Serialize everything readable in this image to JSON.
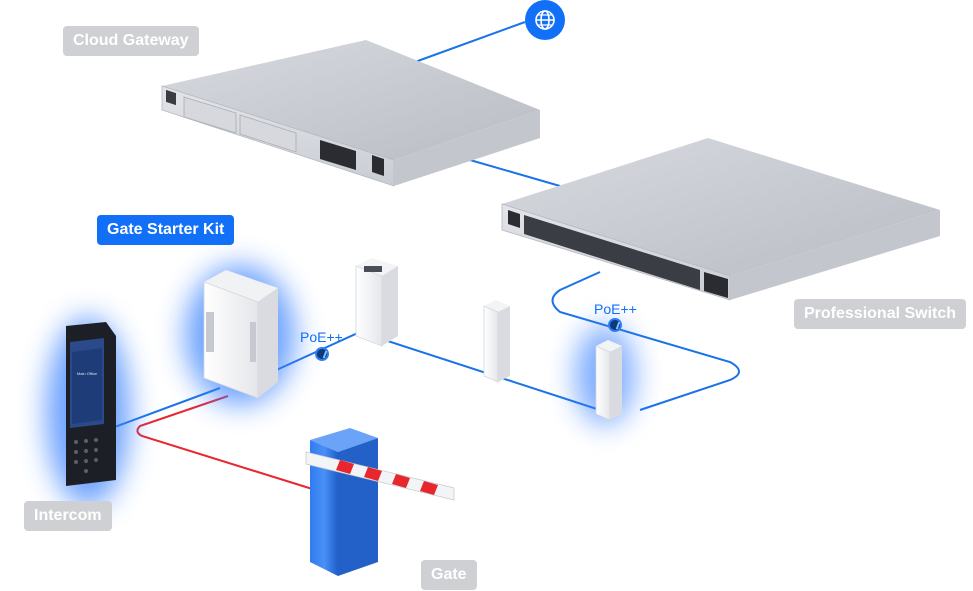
{
  "labels": {
    "cloud_gateway": "Cloud Gateway",
    "gate_starter_kit": "Gate Starter Kit",
    "professional_switch": "Professional Switch",
    "intercom": "Intercom",
    "gate": "Gate"
  },
  "poe": {
    "left": "PoE++",
    "right": "PoE++"
  },
  "intercom_screen": {
    "name": "Main Office"
  },
  "colors": {
    "accent": "#1170f7",
    "label_gray": "#cfd0d3",
    "link_blue": "#1a73e8",
    "link_red": "#e8262e",
    "glow": "#3b82ff"
  },
  "icons": [
    "globe-icon",
    "poe-icon",
    "ubiquiti-logo-icon"
  ]
}
